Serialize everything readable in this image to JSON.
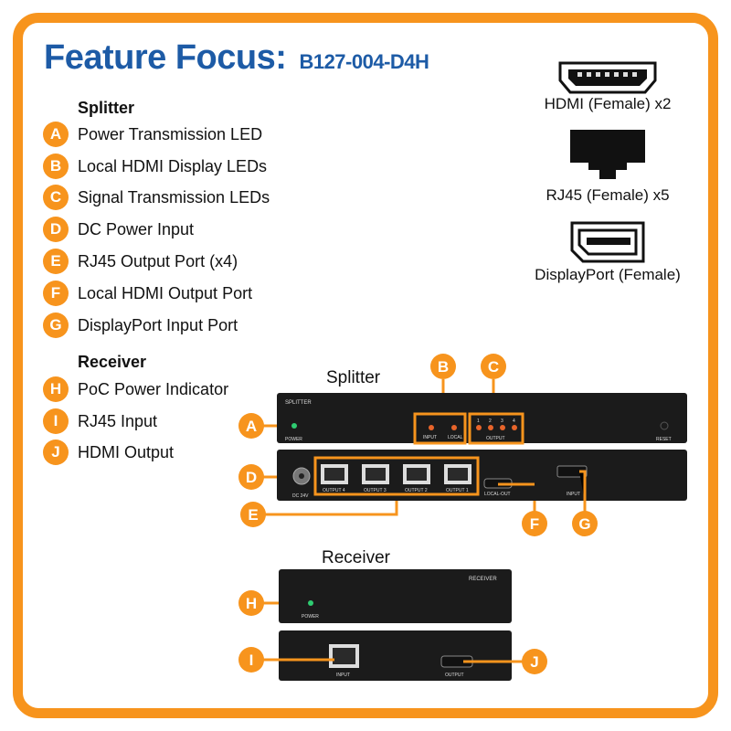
{
  "title": "Feature Focus:",
  "model": "B127-004-D4H",
  "splitter_heading": "Splitter",
  "splitter_items": [
    {
      "letter": "A",
      "label": "Power Transmission LED"
    },
    {
      "letter": "B",
      "label": "Local HDMI Display LEDs"
    },
    {
      "letter": "C",
      "label": "Signal Transmission LEDs"
    },
    {
      "letter": "D",
      "label": "DC Power Input"
    },
    {
      "letter": "E",
      "label": "RJ45 Output Port (x4)"
    },
    {
      "letter": "F",
      "label": "Local HDMI Output Port"
    },
    {
      "letter": "G",
      "label": "DisplayPort Input Port"
    }
  ],
  "receiver_heading": "Receiver",
  "receiver_items": [
    {
      "letter": "H",
      "label": "PoC Power Indicator"
    },
    {
      "letter": "I",
      "label": "RJ45 Input"
    },
    {
      "letter": "J",
      "label": "HDMI Output"
    }
  ],
  "connectors": [
    {
      "icon": "hdmi-icon",
      "label": "HDMI (Female) x2"
    },
    {
      "icon": "rj45-icon",
      "label": "RJ45 (Female) x5"
    },
    {
      "icon": "displayport-icon",
      "label": "DisplayPort (Female)"
    }
  ],
  "diagram": {
    "splitter_title": "Splitter",
    "splitter_front": {
      "name": "SPLITTER",
      "power": "POWER",
      "input": "INPUT",
      "local": "LOCAL",
      "output": "OUTPUT",
      "nums": [
        "1",
        "2",
        "3",
        "4"
      ],
      "reset": "RESET"
    },
    "splitter_rear": {
      "dc": "DC 24V",
      "ports": [
        "OUTPUT 4",
        "OUTPUT 3",
        "OUTPUT 2",
        "OUTPUT 1"
      ],
      "local_out": "LOCAL-OUT",
      "input": "INPUT"
    },
    "receiver_title": "Receiver",
    "receiver_front": {
      "name": "RECEIVER",
      "power": "POWER"
    },
    "receiver_rear": {
      "input": "INPUT",
      "output": "OUTPUT"
    }
  },
  "colors": {
    "accent": "#f7941d",
    "title": "#1d5ba6"
  }
}
